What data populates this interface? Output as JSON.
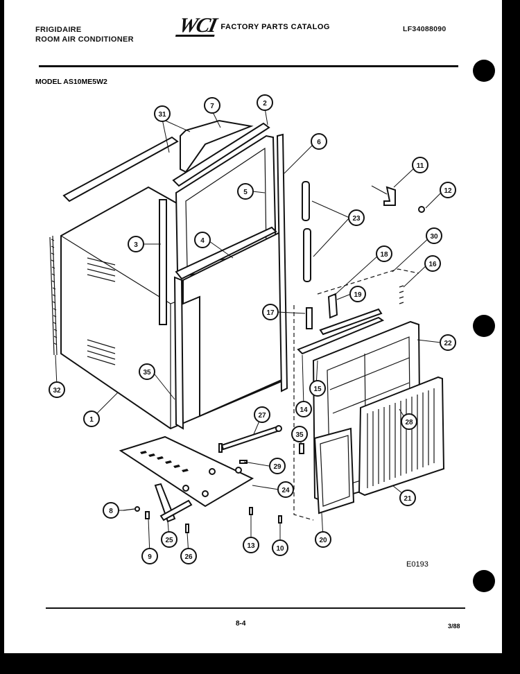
{
  "header": {
    "brand": "FRIGIDAIRE",
    "product": "ROOM AIR CONDITIONER",
    "logo": "WCI",
    "catalog_title": "FACTORY PARTS CATALOG",
    "catalog_number": "LF34088090"
  },
  "model": "MODEL AS10ME5W2",
  "drawing_code": "E0193",
  "footer": {
    "page": "8-4",
    "date": "3/88"
  },
  "callouts": [
    "31",
    "7",
    "2",
    "6",
    "5",
    "3",
    "4",
    "23",
    "11",
    "12",
    "18",
    "30",
    "16",
    "19",
    "17",
    "22",
    "15",
    "14",
    "28",
    "35",
    "27",
    "29",
    "24",
    "8",
    "9",
    "25",
    "26",
    "13",
    "10",
    "20",
    "21",
    "32",
    "1",
    "35"
  ]
}
